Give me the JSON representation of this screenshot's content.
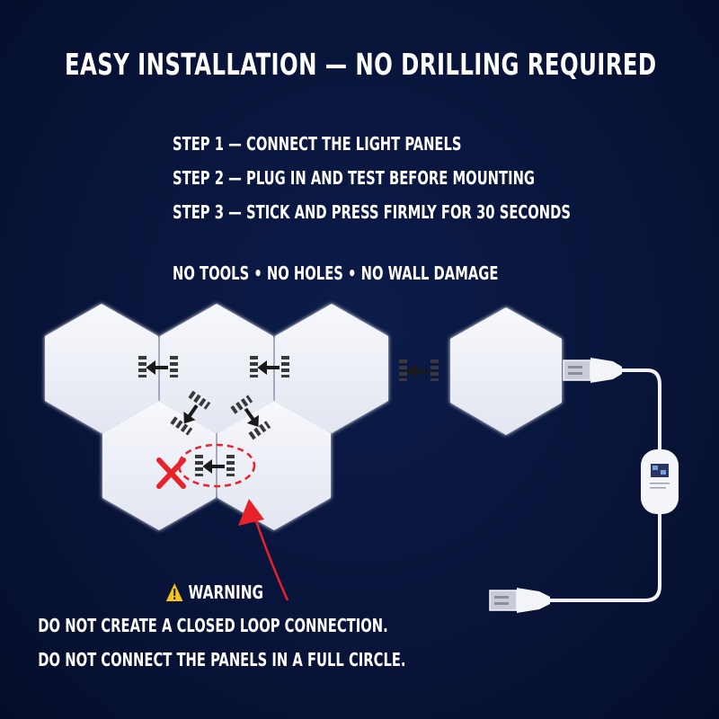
{
  "title": "EASY INSTALLATION — NO DRILLING REQUIRED",
  "steps": [
    "STEP 1 — CONNECT THE LIGHT PANELS",
    "STEP 2 — PLUG IN AND TEST BEFORE MOUNTING",
    "STEP 3 — STICK AND PRESS FIRMLY FOR 30 SECONDS"
  ],
  "features": "NO TOOLS • NO HOLES • NO WALL DAMAGE",
  "warning": {
    "label": "WARNING",
    "icon": "warning-triangle-icon",
    "lines": [
      "DO NOT CREATE A CLOSED LOOP CONNECTION.",
      "DO NOT CONNECT THE PANELS IN A FULL CIRCLE."
    ]
  },
  "colors": {
    "background": "#081439",
    "panel": "#eef0f8",
    "accent_red": "#e8222a",
    "text": "#ffffff"
  }
}
